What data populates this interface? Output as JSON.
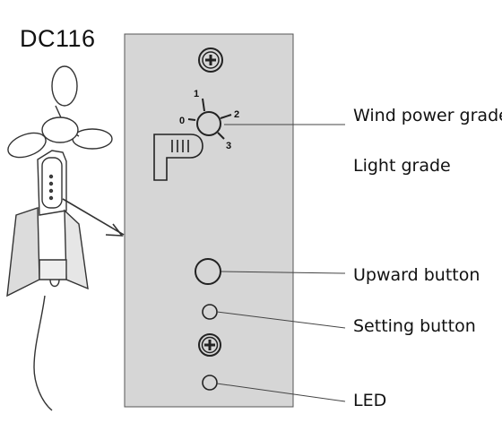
{
  "model": "DC116",
  "dial": {
    "marks": [
      "0",
      "1",
      "2",
      "3"
    ]
  },
  "labels": {
    "wind_power_grade": "Wind power grade",
    "light_grade": "Light grade",
    "upward_button": "Upward button",
    "setting_button": "Setting button",
    "led": "LED"
  },
  "colors": {
    "panel": "#d6d6d6",
    "line": "#333333",
    "text": "#111111"
  }
}
